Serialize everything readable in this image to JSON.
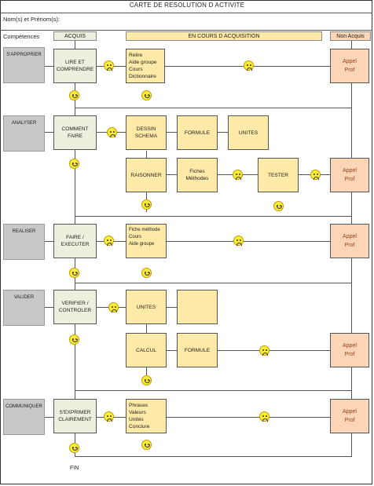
{
  "title": "CARTE DE RESOLUTION D ACTIVITE",
  "name_label": "Nom(s) et Prénom(s):",
  "competences_label": "Compétences",
  "headers": {
    "acquis": "ACQUIS",
    "en_cours": "EN COURS D ACQUISITION",
    "non_acquis": "Non Acquis"
  },
  "phases": {
    "sapproprier": "S'APPROPRIER",
    "analyser": "ANALYSER",
    "realiser": "REALISER",
    "valider": "VALIDER",
    "communiquer": "COMMUNIQUER"
  },
  "boxes": {
    "lire": [
      "LIRE ET",
      "COMPRENDRE"
    ],
    "relire": [
      "Relire",
      "Aide groupe",
      "Cours",
      "Dictionnaire"
    ],
    "comment": [
      "COMMENT",
      "FAIRE"
    ],
    "dessin": [
      "DESSIN",
      "SCHEMA"
    ],
    "formule1": "FORMULE",
    "unites1": "UNITES",
    "raisonner": "RAISONNER",
    "fiches": [
      "Fiches",
      "Méthodes"
    ],
    "tester": "TESTER",
    "faire": [
      "FAIRE /",
      "EXECUTER"
    ],
    "fiche_methode": [
      "Fiche méthode",
      "Cours",
      "Aide groupe"
    ],
    "verifier": [
      "VERIFIER /",
      "CONTROLER"
    ],
    "unites2": "UNITES",
    "calcul": "CALCUL",
    "formule2": "FORMULE",
    "exprimer": [
      "S'EXPRIMER",
      "CLAIREMENT"
    ],
    "phrases": [
      "Phrases",
      "Valeurs",
      "Unités",
      "Conclure"
    ]
  },
  "appel": [
    "Appel",
    "Prof"
  ],
  "fin": "FIN",
  "icons": {
    "happy": "happy-smiley-icon",
    "sad": "sad-smiley-icon"
  },
  "colors": {
    "acquis": "#ebf1de",
    "en_cours": "#ffeaa8",
    "non_acquis": "#fbd5b5",
    "phase": "#c8c8c8"
  }
}
